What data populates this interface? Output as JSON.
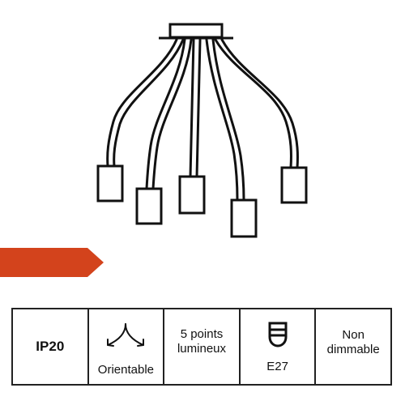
{
  "specs": {
    "ip_rating": "IP20",
    "orientable_label": "Orientable",
    "points_line1": "5 points",
    "points_line2": "lumineux",
    "socket_label": "E27",
    "dimmable_line1": "Non",
    "dimmable_line2": "dimmable"
  },
  "icons": {
    "orientable": "orientable-arrows-icon",
    "socket": "e27-bulb-socket-icon"
  },
  "colors": {
    "accent_tab": "#d3431c",
    "line": "#111111"
  }
}
